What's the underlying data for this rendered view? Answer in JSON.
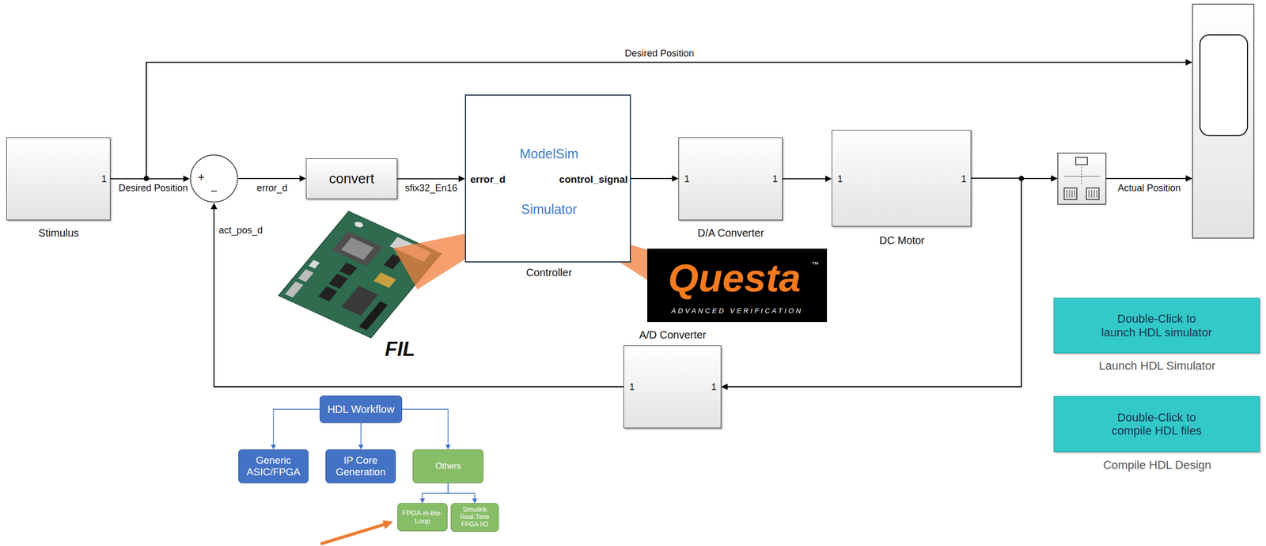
{
  "diagram": {
    "nodes": [
      {
        "text": [
          "1",
          "Stimulus"
        ]
      },
      {
        "text": [
          "+",
          "−"
        ]
      },
      {
        "text": [
          "convert"
        ]
      },
      {
        "text": [
          "ModelSim",
          "Simulator",
          "error_d",
          "control_signal",
          "Controller"
        ]
      },
      {
        "text": [
          "1",
          "1",
          "D/A Converter"
        ]
      },
      {
        "text": [
          "1",
          "1",
          "DC Motor"
        ]
      },
      {
        "text": [
          "Questa",
          "™",
          "ADVANCED VERIFICATION"
        ]
      },
      {
        "text": [
          "A/D Converter",
          "1",
          "1"
        ]
      },
      {
        "text": [
          "Double-Click to launch HDL simulator",
          "Launch HDL Simulator"
        ]
      },
      {
        "text": [
          "Double-Click to compile HDL files",
          "Compile HDL Design"
        ]
      },
      {
        "text": [
          "HDL Workflow"
        ]
      },
      {
        "text": [
          "Generic ASIC/FPGA"
        ]
      },
      {
        "text": [
          "IP Core Generation"
        ]
      },
      {
        "text": [
          "Others"
        ]
      },
      {
        "text": [
          "FPGA-in-the-Loop"
        ]
      },
      {
        "text": [
          "Simulink Real-Time FPGA I/O"
        ]
      }
    ],
    "edges": [
      {
        "from": 0,
        "to": 1,
        "label": "Desired Position",
        "arrow": "to"
      },
      {
        "from": 1,
        "to": 2,
        "label": "error_d",
        "arrow": "to"
      },
      {
        "from": 2,
        "to": 3,
        "label": "sfix32_En16",
        "arrow": "to"
      },
      {
        "from": 3,
        "to": 4,
        "arrow": "to"
      },
      {
        "from": 4,
        "to": 5,
        "arrow": "to"
      },
      {
        "from": 5,
        "to": 7,
        "arrow": "to"
      },
      {
        "from": 7,
        "to": 1,
        "label": "act_pos_d",
        "arrow": "to"
      },
      {
        "from": 10,
        "to": 11,
        "arrow": "to"
      },
      {
        "from": 10,
        "to": 12,
        "arrow": "to"
      },
      {
        "from": 10,
        "to": 13,
        "arrow": "to"
      },
      {
        "from": 13,
        "to": 14,
        "arrow": "to"
      },
      {
        "from": 13,
        "to": 15,
        "arrow": "to"
      }
    ],
    "labels": [
      "Desired Position",
      "Actual Position",
      "FIL"
    ]
  }
}
